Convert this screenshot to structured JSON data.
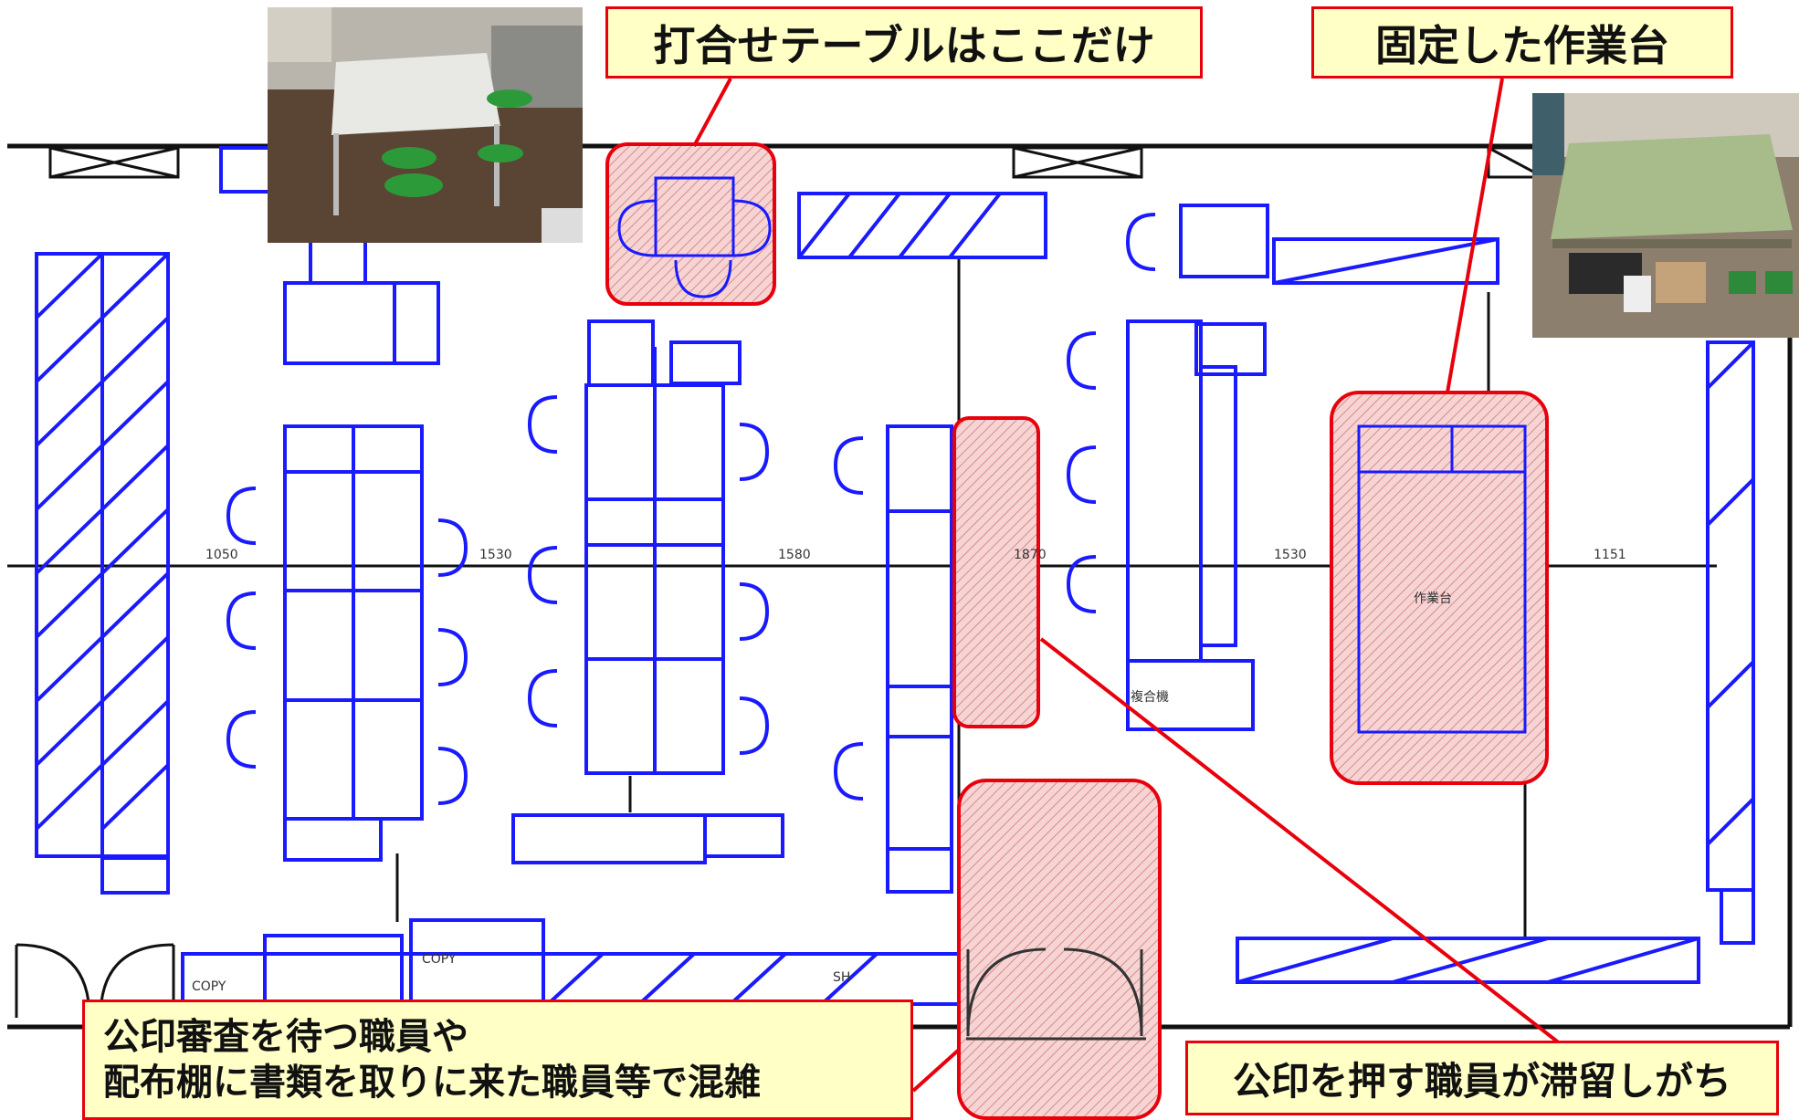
{
  "callouts": {
    "meeting_table": "打合せテーブルはここだけ",
    "fixed_workbench": "固定した作業台",
    "crowded_line1": "公印審査を待つ職員や",
    "crowded_line2": "配布棚に書類を取りに来た職員等で混雑",
    "stamping_stagnation": "公印を押す職員が滞留しがち"
  },
  "plan_labels": {
    "dim_1": "1050",
    "dim_2": "1530",
    "dim_3": "1580",
    "dim_4": "1870",
    "dim_5": "1530",
    "dim_6": "1151",
    "workbench": "作業台",
    "copy_1": "COPY",
    "copy_2": "COPY",
    "sh": "SH",
    "mfp": "複合機"
  },
  "colors": {
    "furniture": "#1a1aff",
    "wall": "#111111",
    "highlight": "#e8000c",
    "callout_bg": "#ffffc6"
  }
}
